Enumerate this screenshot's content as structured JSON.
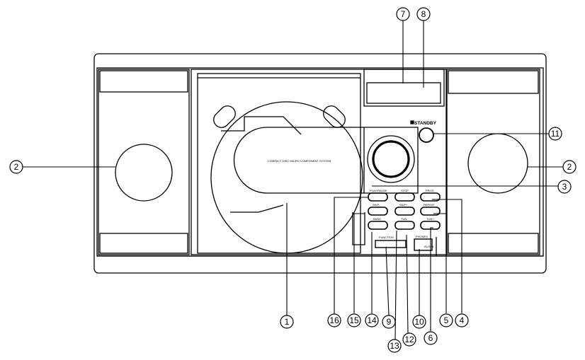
{
  "device": {
    "model_label": "COMPACT DISC MICRO COMPONENT SYSTEM",
    "standby_label": "STANDBY",
    "button_labels": {
      "play_pause": "PLAY/PAUSE",
      "stop": "STOP",
      "prog": "PROG",
      "skip_back": "SKIP-",
      "skip_fwd": "SKIP+",
      "repeat": "REPEAT",
      "band": "BAND",
      "tuning_down": "TUN-",
      "tuning_up": "TUN+",
      "function": "FUNCTION",
      "phones": "PHONES",
      "aux_in": "AUX IN"
    }
  },
  "callouts": [
    {
      "id": "c1",
      "label": "1"
    },
    {
      "id": "c2L",
      "label": "2"
    },
    {
      "id": "c2R",
      "label": "2"
    },
    {
      "id": "c3",
      "label": "3"
    },
    {
      "id": "c4",
      "label": "4"
    },
    {
      "id": "c5",
      "label": "5"
    },
    {
      "id": "c6",
      "label": "6"
    },
    {
      "id": "c7",
      "label": "7"
    },
    {
      "id": "c8",
      "label": "8"
    },
    {
      "id": "c9",
      "label": "9"
    },
    {
      "id": "c10",
      "label": "10"
    },
    {
      "id": "c11",
      "label": "11"
    },
    {
      "id": "c12",
      "label": "12"
    },
    {
      "id": "c13",
      "label": "13"
    },
    {
      "id": "c14",
      "label": "14"
    },
    {
      "id": "c15",
      "label": "15"
    },
    {
      "id": "c16",
      "label": "16"
    }
  ]
}
